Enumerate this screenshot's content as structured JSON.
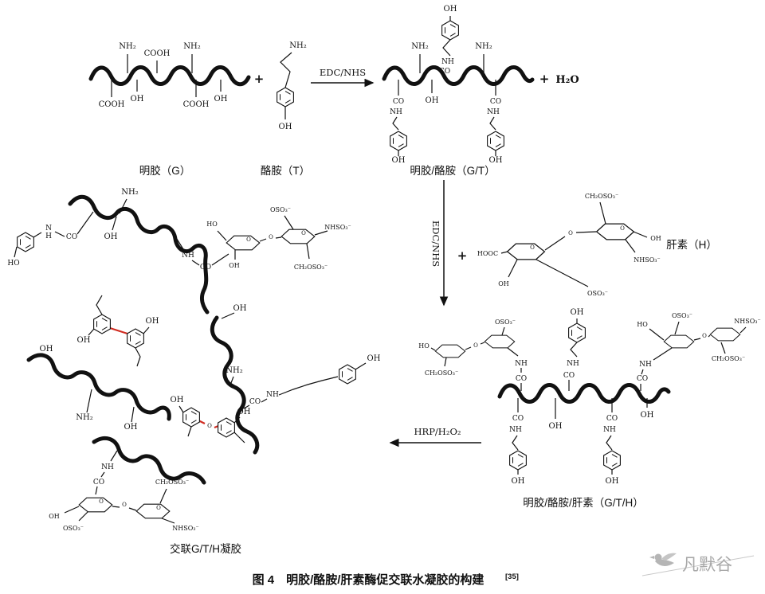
{
  "figure": {
    "caption": "图 4　明胶/酪胺/肝素酶促交联水凝胶的构建",
    "caption_ref": "[35]",
    "watermark": "凡默谷"
  },
  "symbols": {
    "plus": "+"
  },
  "reactions": [
    {
      "reagent": "EDC/NHS",
      "direction": "right",
      "byproduct": "H₂O"
    },
    {
      "reagent": "EDC/NHS",
      "direction": "down"
    },
    {
      "reagent": "HRP/H₂O₂",
      "direction": "left"
    }
  ],
  "molecules": {
    "gelatin": {
      "label": "明胶（G）",
      "top_groups": [
        "NH₂",
        "COOH",
        "NH₂"
      ],
      "bottom_groups": [
        "COOH",
        "OH",
        "COOH",
        "OH"
      ]
    },
    "tyramine": {
      "label": "酪胺（T）",
      "groups": [
        "NH₂",
        "OH"
      ]
    },
    "gt": {
      "label": "明胶/酪胺（G/T）"
    },
    "heparin": {
      "label": "肝素（H）",
      "groups": [
        "CH₂OSO₃⁻",
        "HOOC",
        "NHSO₃⁻",
        "OSO₃⁻",
        "OH"
      ]
    },
    "gth": {
      "label": "明胶/酪胺/肝素（G/T/H）"
    },
    "network": {
      "label": "交联G/T/H凝胶"
    }
  },
  "groups": {
    "nh2": "NH₂",
    "cooh": "COOH",
    "oh": "OH",
    "ho": "HO",
    "co": "CO",
    "nh": "NH",
    "n": "N",
    "h": "H",
    "o": "O",
    "hooc": "HOOC",
    "ch2oso3": "CH₂OSO₃⁻",
    "nhso3": "NHSO₃⁻",
    "oso3": "OSO₃⁻"
  },
  "colors": {
    "bond": "#111111",
    "crosslink": "#d02b20",
    "watermark": "#a8a8a8"
  }
}
